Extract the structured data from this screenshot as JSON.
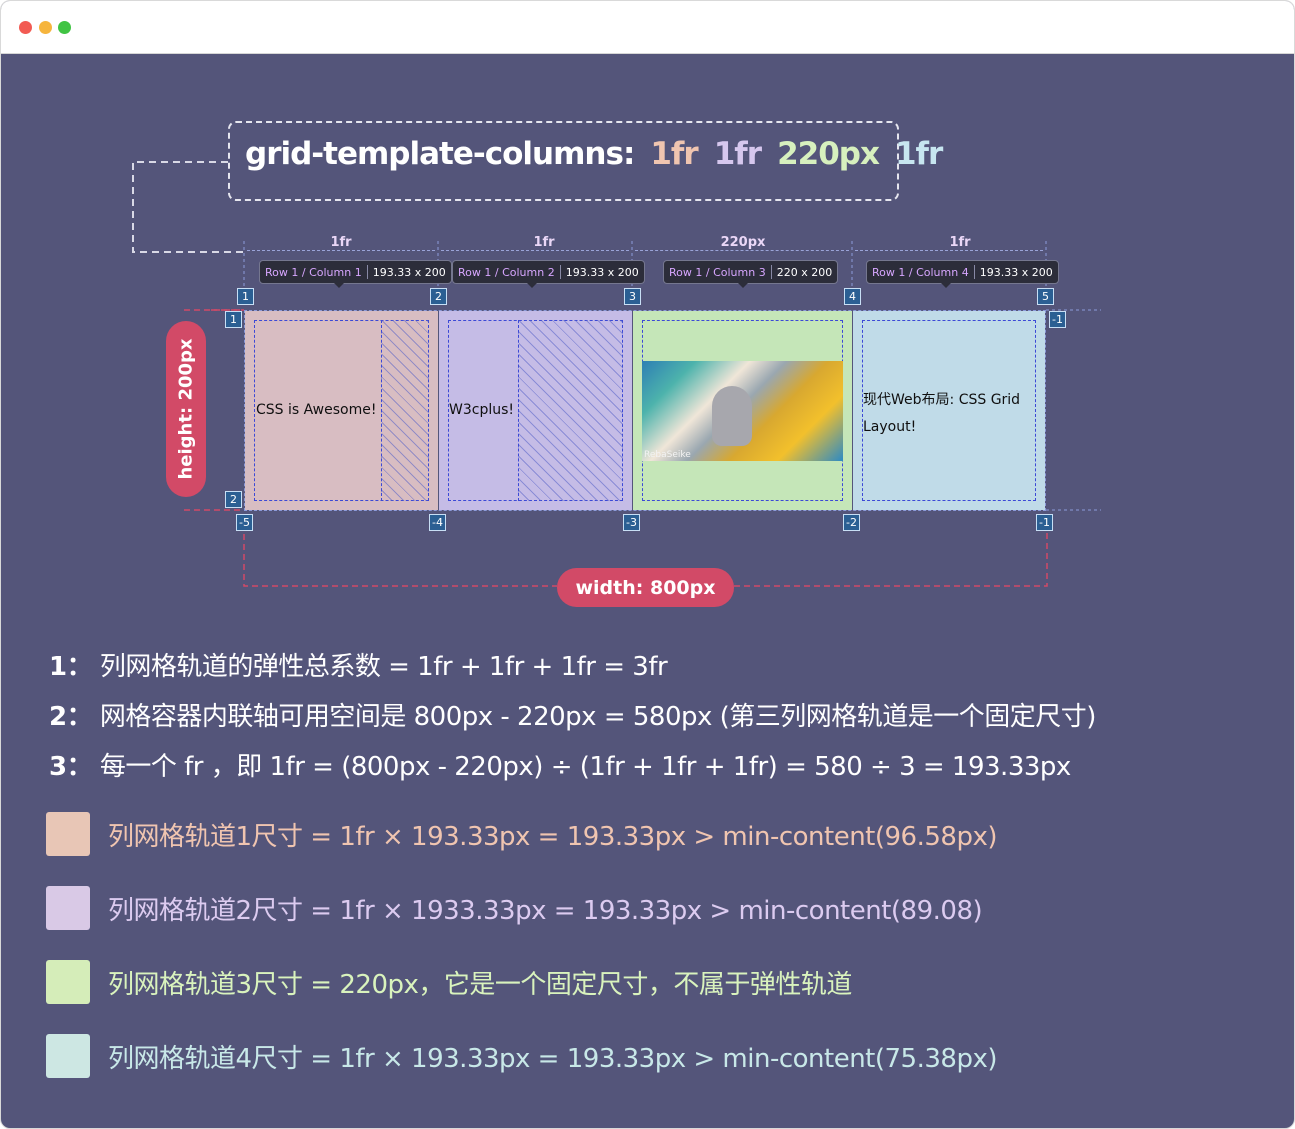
{
  "window": {
    "controls": [
      "close",
      "minimize",
      "zoom"
    ]
  },
  "code": {
    "property": "grid-template-columns:",
    "values": [
      "1fr",
      "1fr",
      "220px",
      "1fr"
    ]
  },
  "tracks": [
    "1fr",
    "1fr",
    "220px",
    "1fr"
  ],
  "tooltips": [
    {
      "rc": "Row 1 / Column 1",
      "size": "193.33 x 200"
    },
    {
      "rc": "Row 1 / Column 2",
      "size": "193.33 x 200"
    },
    {
      "rc": "Row 1 / Column 3",
      "size": "220 x 200"
    },
    {
      "rc": "Row 1 / Column 4",
      "size": "193.33 x 200"
    }
  ],
  "line_numbers": {
    "top": [
      "1",
      "2",
      "3",
      "4",
      "5"
    ],
    "bottom": [
      "-5",
      "-4",
      "-3",
      "-2",
      "-1"
    ],
    "left": [
      "1",
      "2"
    ],
    "right_top": "-1",
    "right_bottom": "-1"
  },
  "cells": {
    "c1": "CSS is Awesome!",
    "c2": "W3cplus!",
    "c3_watermark": "RebaSeike",
    "c4": "现代Web布局: CSS Grid Layout!"
  },
  "height_label": "height: 200px",
  "width_label": "width: 800px",
  "notes": [
    {
      "prefix": "1：",
      "text": "列网格轨道的弹性总系数 = 1fr + 1fr  + 1fr = 3fr"
    },
    {
      "prefix": "2：",
      "text": "网格容器内联轴可用空间是 800px - 220px = 580px (第三列网格轨道是一个固定尺寸)"
    },
    {
      "prefix": "3：",
      "text": "每一个 fr ，即 1fr = (800px - 220px)  ÷ (1fr + 1fr  + 1fr) = 580 ÷  3  =  193.33px"
    }
  ],
  "legend": [
    {
      "color": "#e8c6b6",
      "text_color": "#f0c5b0",
      "text": "列网格轨道1尺寸 = 1fr ×  193.33px  =  193.33px  >  min-content(96.58px)"
    },
    {
      "color": "#d9c9e6",
      "text_color": "#dccbf0",
      "text": "列网格轨道2尺寸 = 1fr ×  1933.33px  =  193.33px >  min-content(89.08)"
    },
    {
      "color": "#d5edb9",
      "text_color": "#d9f3bd",
      "text": "列网格轨道3尺寸 = 220px，它是一个固定尺寸，不属于弹性轨道"
    },
    {
      "color": "#cde7e3",
      "text_color": "#c8e8e8",
      "text": "列网格轨道4尺寸 = 1fr ×  193.33px  =  193.33px  >  min-content(75.38px)"
    }
  ]
}
